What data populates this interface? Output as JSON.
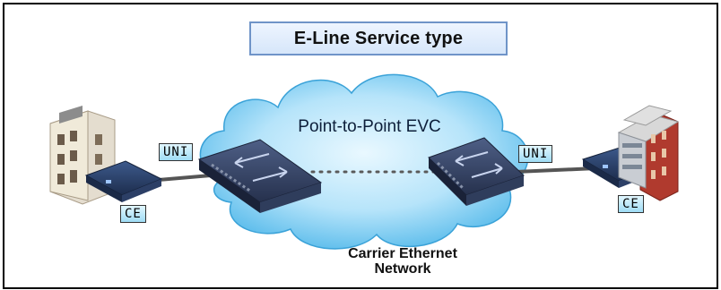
{
  "title": "E-Line Service type",
  "cloud_label": "Point-to-Point EVC",
  "network_label_line1": "Carrier Ethernet",
  "network_label_line2": "Network",
  "uni_left": "UNI",
  "uni_right": "UNI",
  "ce_left": "CE",
  "ce_right": "CE",
  "colors": {
    "cloud_light": "#cdeefc",
    "cloud_dark": "#4fb9ea",
    "switch_body": "#2f3d5c",
    "title_border": "#6f94c8",
    "building_brick": "#b03a2e"
  },
  "icons": [
    "building-left-icon",
    "building-right-icon",
    "cloud-icon",
    "switch-icon",
    "router-icon"
  ]
}
